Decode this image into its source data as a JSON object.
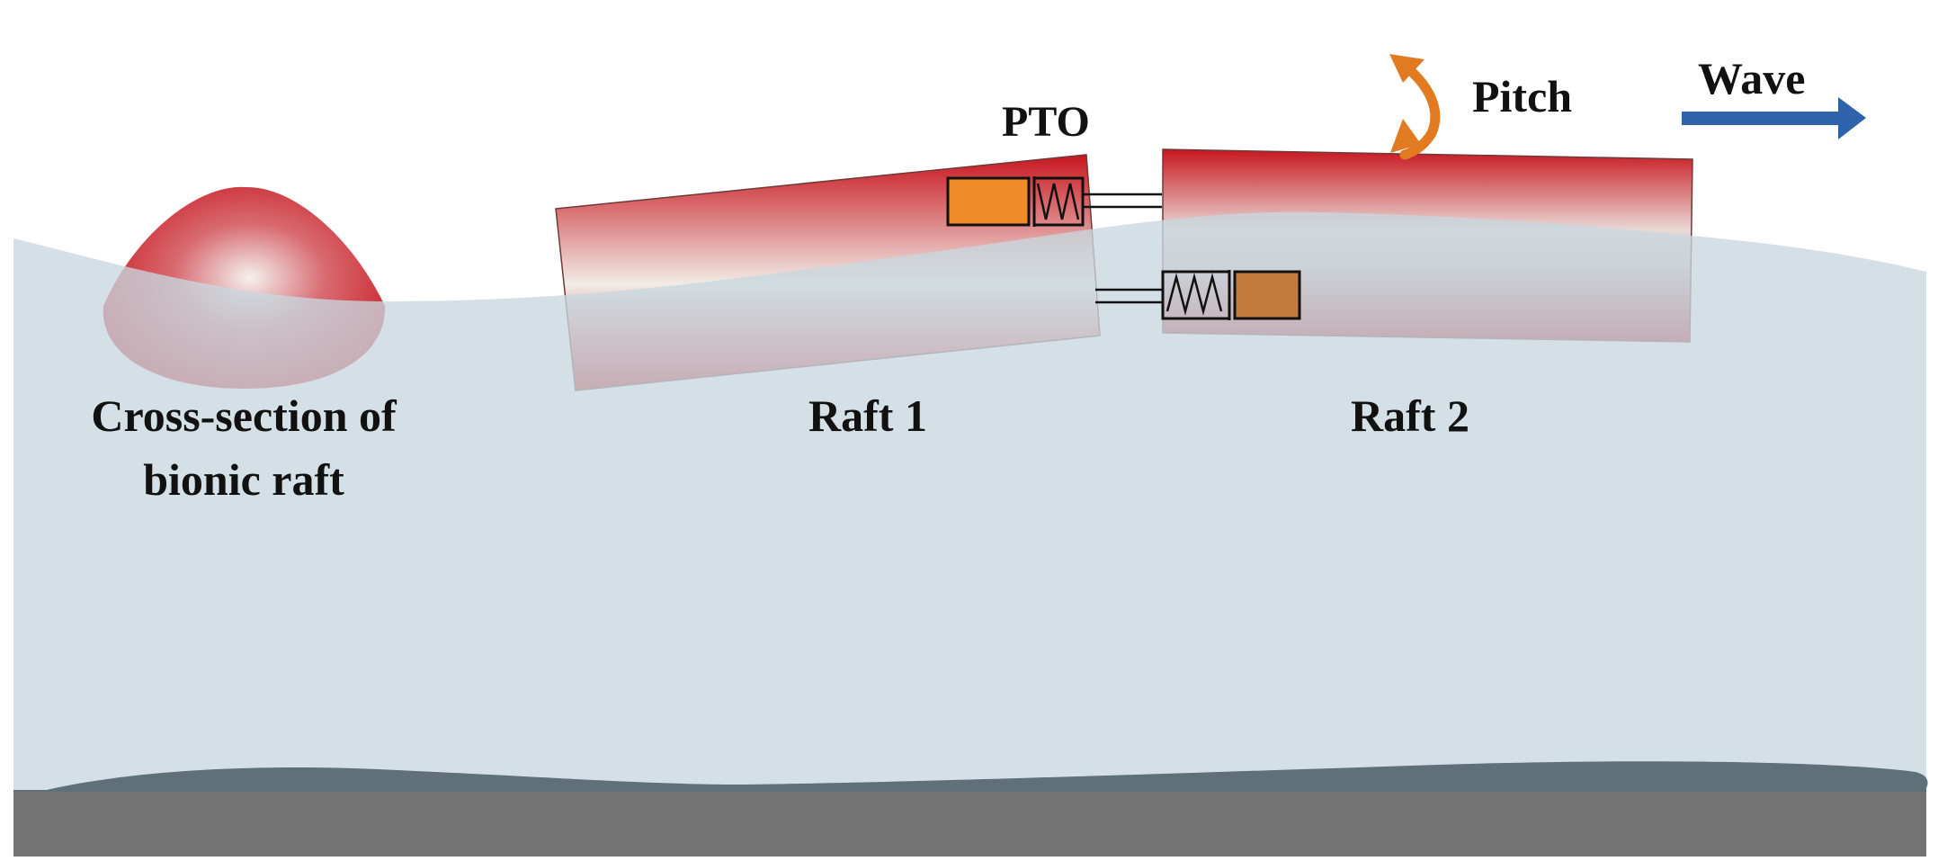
{
  "labels": {
    "cross_section_line1": "Cross-section of",
    "cross_section_line2": "bionic raft",
    "raft1": "Raft 1",
    "raft2": "Raft 2",
    "pto": "PTO",
    "pitch": "Pitch",
    "wave": "Wave"
  },
  "colors": {
    "water": "#c8d7df",
    "raft_red": "#c8161e",
    "raft_light": "#f4f2ee",
    "pto_cylinder_left": "#f0892a",
    "pto_cylinder_right": "#c47a3c",
    "seabed_top": "#5f7079",
    "seabed_bottom": "#737373",
    "wave_arrow": "#2e62aa",
    "pitch_arrow": "#e27a22"
  }
}
